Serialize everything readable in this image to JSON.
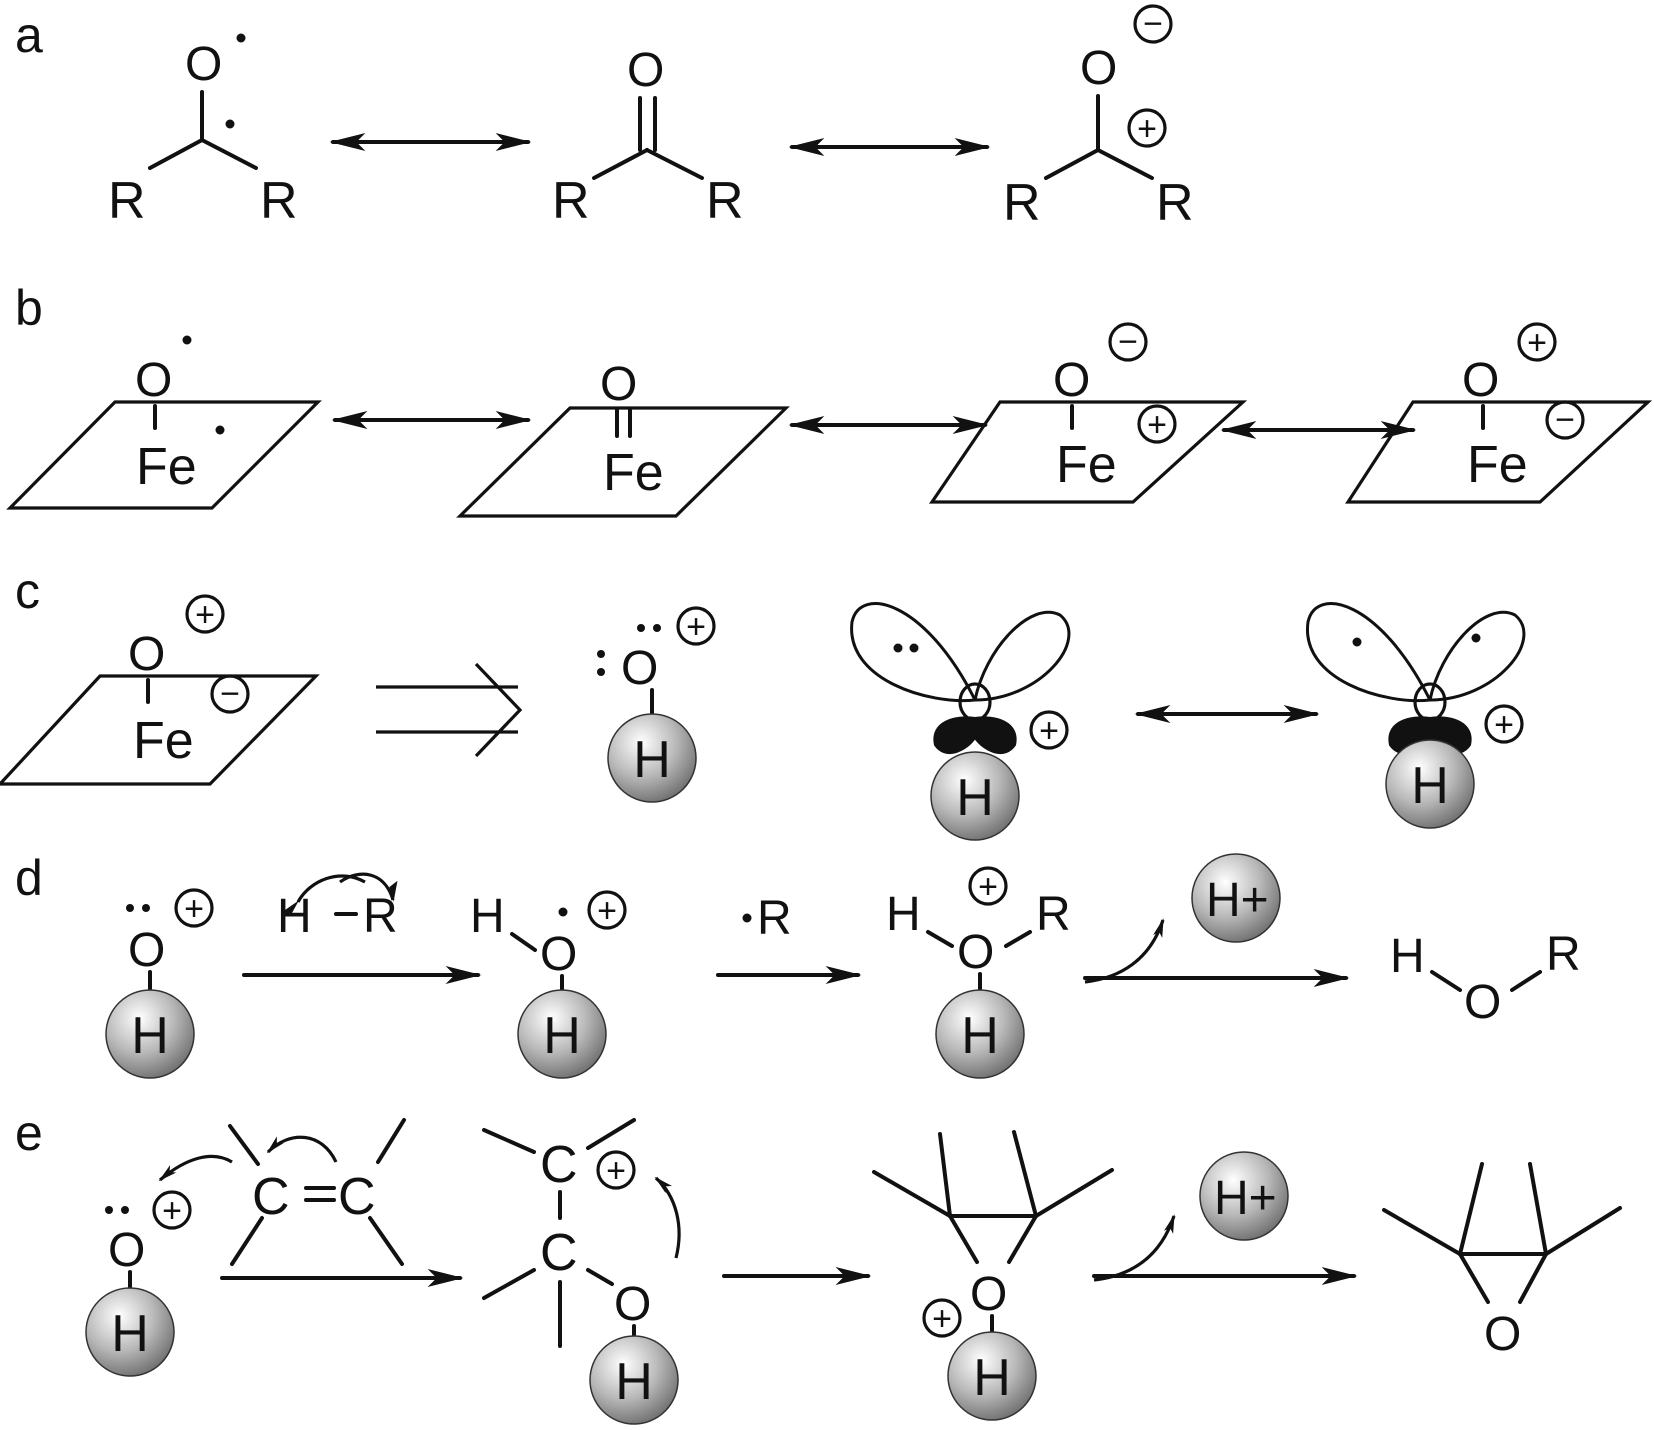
{
  "panels": {
    "a": {
      "label": "a",
      "r": "R",
      "o": "O"
    },
    "b": {
      "label": "b",
      "fe": "Fe",
      "o": "O"
    },
    "c": {
      "label": "c",
      "fe": "Fe",
      "o": "O",
      "h": "H"
    },
    "d": {
      "label": "d",
      "o": "O",
      "h": "H",
      "r": "R",
      "hr_h": "H",
      "hr_r": "R",
      "dot_r": "R",
      "h_plus": "H+"
    },
    "e": {
      "label": "e",
      "o": "O",
      "h": "H",
      "c": "C",
      "h_plus": "H+"
    }
  },
  "symbols": {
    "plus": "+",
    "minus": "−",
    "double_bond": "=",
    "single_bond": "−"
  },
  "colors": {
    "ink": "#111111",
    "sphere_light": "#ffffff",
    "sphere_dark": "#6f6f6f"
  }
}
